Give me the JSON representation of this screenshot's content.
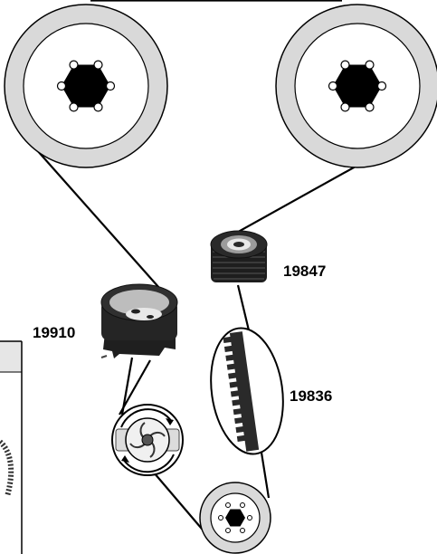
{
  "parts": {
    "idler_pulley": {
      "code": "19847",
      "icon": "idler-pulley-icon"
    },
    "tensioner_pulley": {
      "code": "19910",
      "icon": "tensioner-pulley-icon"
    },
    "timing_belt": {
      "code": "19836",
      "icon": "timing-belt-icon"
    }
  },
  "components": {
    "camshaft_left": "camshaft-pulley-icon",
    "camshaft_right": "camshaft-pulley-icon",
    "water_pump": "water-pump-icon",
    "crankshaft": "crankshaft-pulley-icon"
  },
  "colors": {
    "pulley_fill": "#d9d9d9",
    "hub_fill": "#000000",
    "inset_header": "#e6e6e6"
  }
}
